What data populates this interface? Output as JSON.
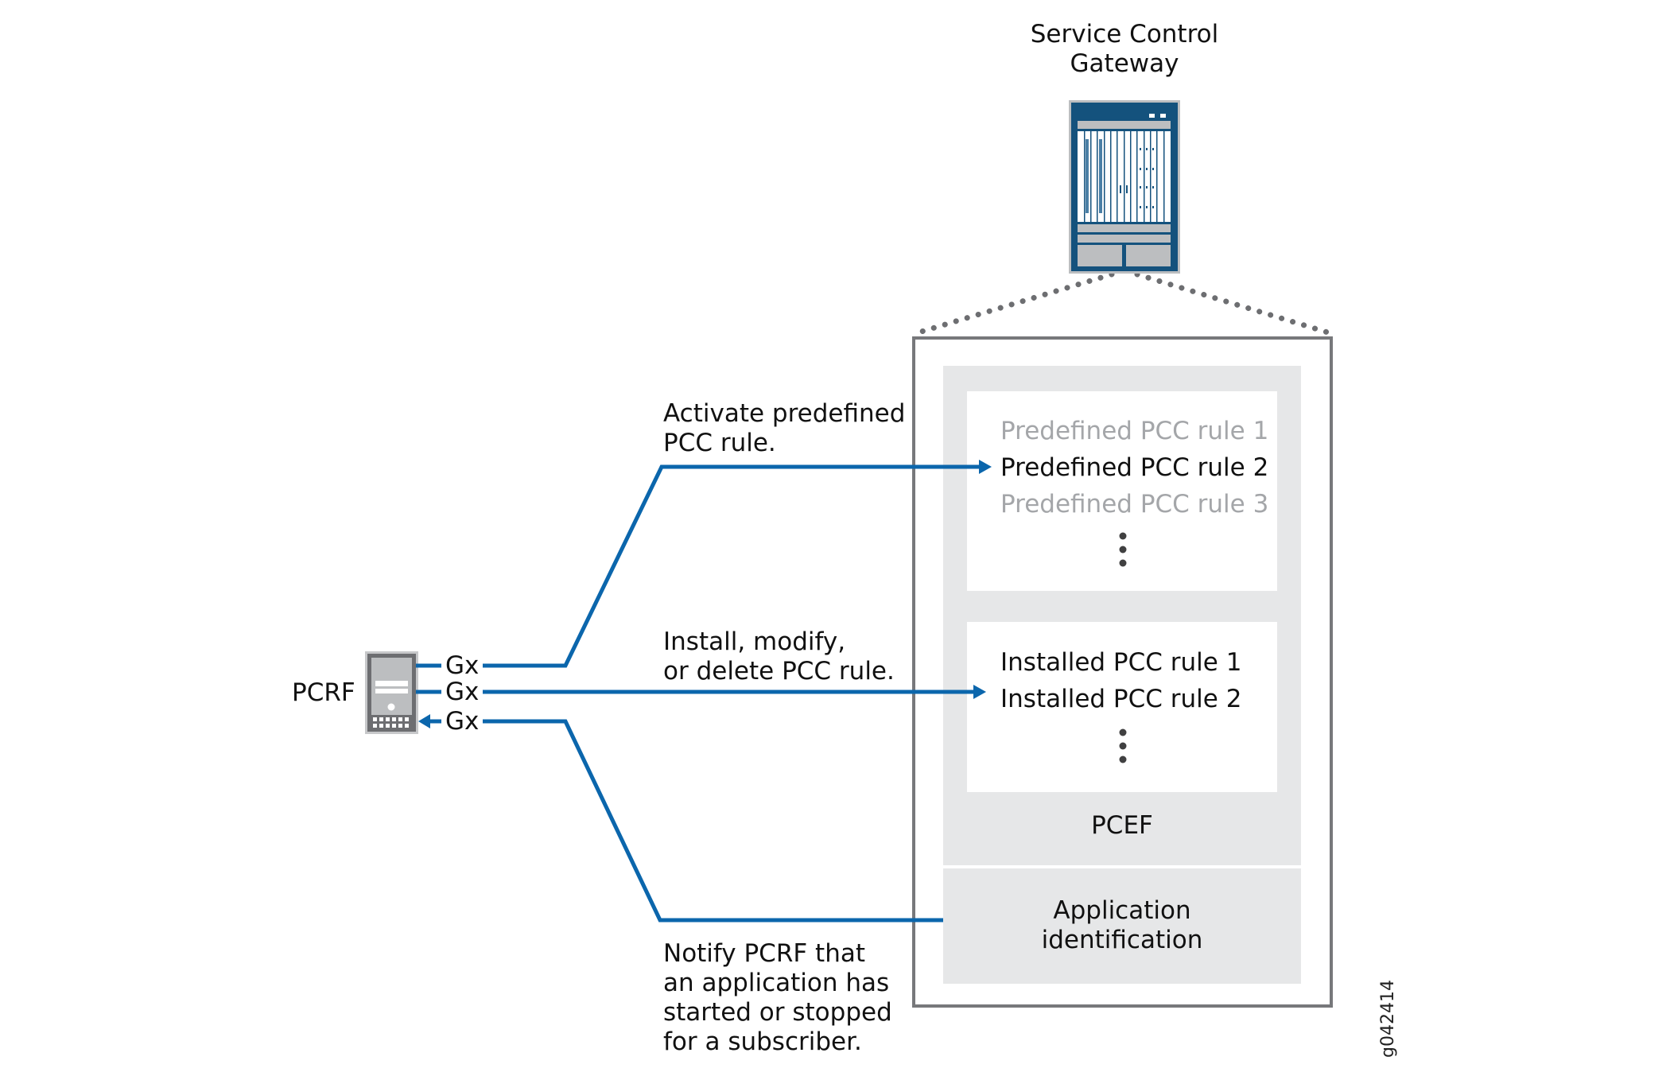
{
  "gateway": {
    "title_line1": "Service Control",
    "title_line2": "Gateway",
    "icon": "router-chassis-icon"
  },
  "pcrf": {
    "label": "PCRF",
    "icon": "server-icon",
    "interfaces": [
      "Gx",
      "Gx",
      "Gx"
    ]
  },
  "flows": [
    {
      "label_lines": [
        "Activate predefined",
        "PCC rule."
      ],
      "direction": "to-pcef"
    },
    {
      "label_lines": [
        "Install, modify,",
        "or delete PCC rule."
      ],
      "direction": "to-pcef"
    },
    {
      "label_lines": [
        "Notify PCRF that",
        "an application has",
        "started or stopped",
        "for a subscriber."
      ],
      "direction": "to-pcrf"
    }
  ],
  "pcef": {
    "label": "PCEF",
    "predefined_rules": [
      {
        "text": "Predefined PCC rule 1",
        "active": false
      },
      {
        "text": "Predefined PCC rule 2",
        "active": true
      },
      {
        "text": "Predefined PCC rule 3",
        "active": false
      }
    ],
    "installed_rules": [
      {
        "text": "Installed PCC rule 1"
      },
      {
        "text": "Installed PCC rule 2"
      }
    ],
    "ellipsis": "⋮"
  },
  "app_id": {
    "line1": "Application",
    "line2": "identification"
  },
  "figure_id": "g042414",
  "colors": {
    "flow_line": "#0b66ac",
    "device_blue": "#14527d",
    "box_border": "#77787b",
    "panel_gray": "#e6e7e8",
    "muted_text": "#a4a6a9"
  }
}
